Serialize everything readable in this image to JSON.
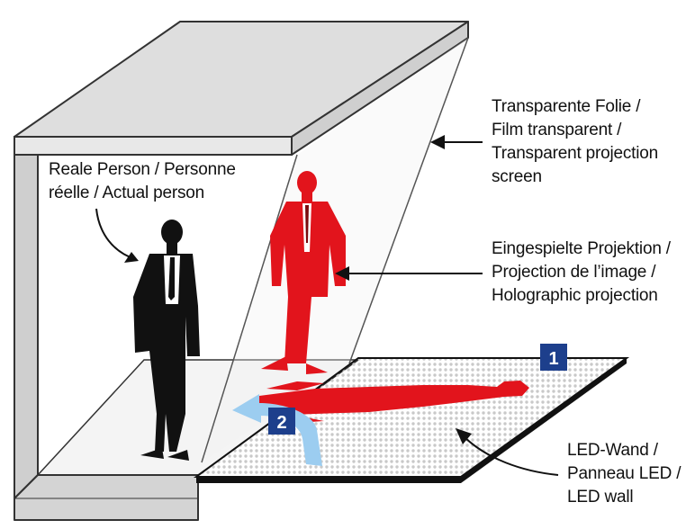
{
  "labels": {
    "real_person": [
      "Reale Person / Personne",
      "réelle / Actual person"
    ],
    "screen": [
      "Transparente Folie /",
      "Film transparent /",
      "Transparent projection",
      "screen"
    ],
    "projection": [
      "Eingespielte Projektion /",
      "Projection de l’image /",
      "Holographic projection"
    ],
    "led_wall": [
      "LED-Wand /",
      "Panneau LED /",
      "LED wall"
    ]
  },
  "badges": {
    "led_wall_number": "1",
    "source_number": "2"
  },
  "colors": {
    "structure_fill": "#e3e3e3",
    "structure_stroke": "#333333",
    "real_person": "#111111",
    "projection": "#e2141c",
    "badge": "#1d3f8c",
    "arrow": "#9ccdf0",
    "led_grid": "#c8c8c8"
  },
  "icons": [
    "black-man-silhouette",
    "red-man-silhouette",
    "red-reflection-silhouette",
    "light-blue-curved-arrow",
    "pointer-arrow"
  ]
}
